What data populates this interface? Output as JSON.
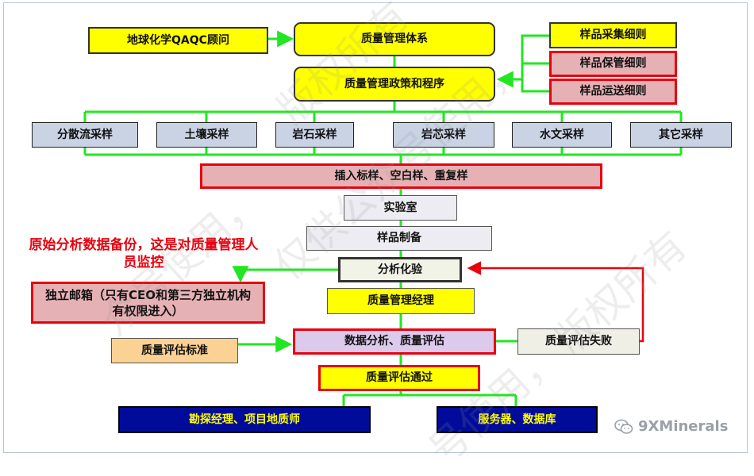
{
  "boxes": {
    "qaqc_advisor": "地球化学QAQC顾问",
    "qm_system": "质量管理体系",
    "qm_policy": "质量管理政策和程序",
    "rule_collect": "样品采集细则",
    "rule_storage": "样品保管细则",
    "rule_transport": "样品运送细则",
    "sampling": [
      "分散流采样",
      "土壤采样",
      "岩石采样",
      "岩芯采样",
      "水文采样",
      "其它采样"
    ],
    "insert_standards": "插入标样、空白样、重复样",
    "laboratory": "实验室",
    "sample_prep": "样品制备",
    "analysis": "分析化验",
    "qm_manager": "质量管理经理",
    "data_analysis": "数据分析、质量评估",
    "qa_criteria": "质量评估标准",
    "qa_failed": "质量评估失败",
    "qa_passed": "质量评估通过",
    "independent_mailbox": "独立邮箱（只有CEO和第三方独立机构有权限进入）",
    "exploration_manager": "勘探经理、项目地质师",
    "server_db": "服务器、数据库"
  },
  "note": "原始分析数据备份，这是对质量管理人员监控",
  "watermark": [
    "众号使用，",
    "版权所有",
    "仅供公众号使用，",
    "版权所有",
    "号使用，"
  ],
  "brand": "9XMinerals",
  "colors": {
    "link": "#22e622",
    "feedback": "#e8000e",
    "title_red": "#e8000e",
    "navy": "#000c99"
  }
}
